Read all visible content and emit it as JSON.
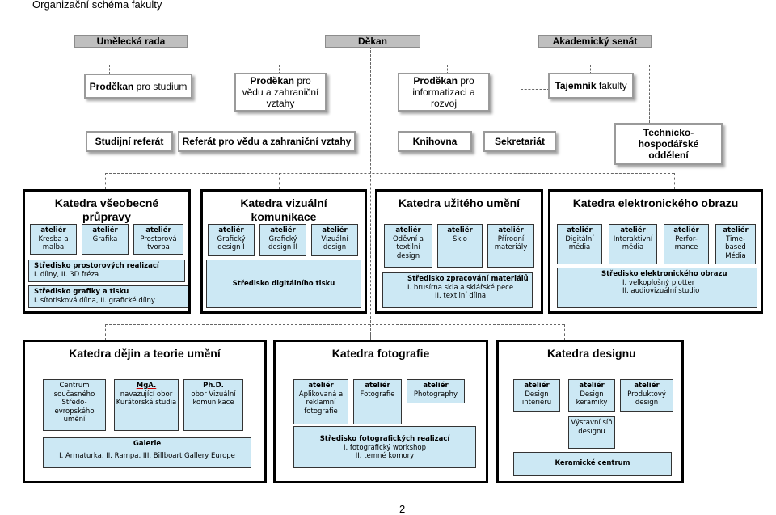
{
  "page_title": "Organizační schéma fakulty",
  "page_number": "2",
  "top_row": {
    "umelecka_rada": "Umělecká rada",
    "dekan": "Děkan",
    "akademicky_senat": "Akademický senát"
  },
  "vice_deans": {
    "studium_bold": "Proděkan",
    "studium_rest": " pro studium",
    "veda_bold": "Proděkan",
    "veda_rest": " pro vědu a zahraniční vztahy",
    "info_bold": "Proděkan",
    "info_rest": " pro informatizaci a rozvoj",
    "tajemnik_bold": "Tajemník",
    "tajemnik_rest": " fakulty"
  },
  "offices": {
    "studijni": "Studijní referát",
    "veda": "Referát pro vědu a zahraniční vztahy",
    "knihovna": "Knihovna",
    "sekretariat": "Sekretariát",
    "thh": "Technicko-hospodářské oddělení"
  },
  "departments": {
    "vseobecne": {
      "title": "Katedra všeobecné průpravy",
      "a1": "ateliér",
      "a1b": "Kresba a malba",
      "a2": "ateliér",
      "a2b": "Grafika",
      "a3": "ateliér",
      "a3b": "Prostorová tvorba",
      "s1": "Středisko prostorových realizací",
      "s1b": "I. dílny, II. 3D fréza",
      "s2": "Středisko grafiky a tisku",
      "s2b": "I. sítotisková dílna, II. grafické dílny"
    },
    "vizualni": {
      "title": "Katedra vizuální komunikace",
      "a1": "ateliér",
      "a1b": "Grafický design I",
      "a2": "ateliér",
      "a2b": "Grafický design II",
      "a3": "ateliér",
      "a3b": "Vizuální design",
      "s1": "Středisko digitálního tisku"
    },
    "uzite": {
      "title": "Katedra užitého umění",
      "a1": "ateliér",
      "a1b": "Oděvní a textilní design",
      "a2": "ateliér",
      "a2b": "Sklo",
      "a3": "ateliér",
      "a3b": "Přírodní materiály",
      "s1": "Středisko zpracování materiálů",
      "s1b": "I. brusírna skla a sklářské pece",
      "s1c": "II. textilní dílna"
    },
    "elektronicke": {
      "title": "Katedra elektronického obrazu",
      "a1": "ateliér",
      "a1b": "Digitální média",
      "a2": "ateliér",
      "a2b": "Interaktivní média",
      "a3": "ateliér",
      "a3b": "Perfor-mance",
      "a4": "ateliér",
      "a4b": "Time-based Média",
      "s1": "Středisko elektronického obrazu",
      "s1b": "I. velkoplošný plotter",
      "s1c": "II. audiovizuální studio"
    },
    "dejiny": {
      "title": "Katedra dějin a teorie umění",
      "b1": "Centrum současného Středo-evropského umění",
      "b2": "MgA.",
      "b2b": "navazující obor Kurátorská studia",
      "b3": "Ph.D.",
      "b3b": "obor Vizuální komunikace",
      "g": "Galerie",
      "gb": "I. Armaturka, II. Rampa, III. Billboart Gallery Europe"
    },
    "fotografie": {
      "title": "Katedra fotografie",
      "a1": "ateliér",
      "a1b": "Aplikovaná a reklamní fotografie",
      "a2": "ateliér",
      "a2b": "Fotografie",
      "a3": "ateliér",
      "a3b": "Photography",
      "s1": "Středisko fotografických realizací",
      "s1b": "I. fotografický workshop",
      "s1c": "II. temné komory"
    },
    "designu": {
      "title": "Katedra designu",
      "a1": "ateliér",
      "a1b": "Design interiéru",
      "a2": "ateliér",
      "a2b": "Design keramiky",
      "a3": "ateliér",
      "a3b": "Produktový design",
      "v": "Výstavní síň designu",
      "k": "Keramické centrum"
    }
  }
}
